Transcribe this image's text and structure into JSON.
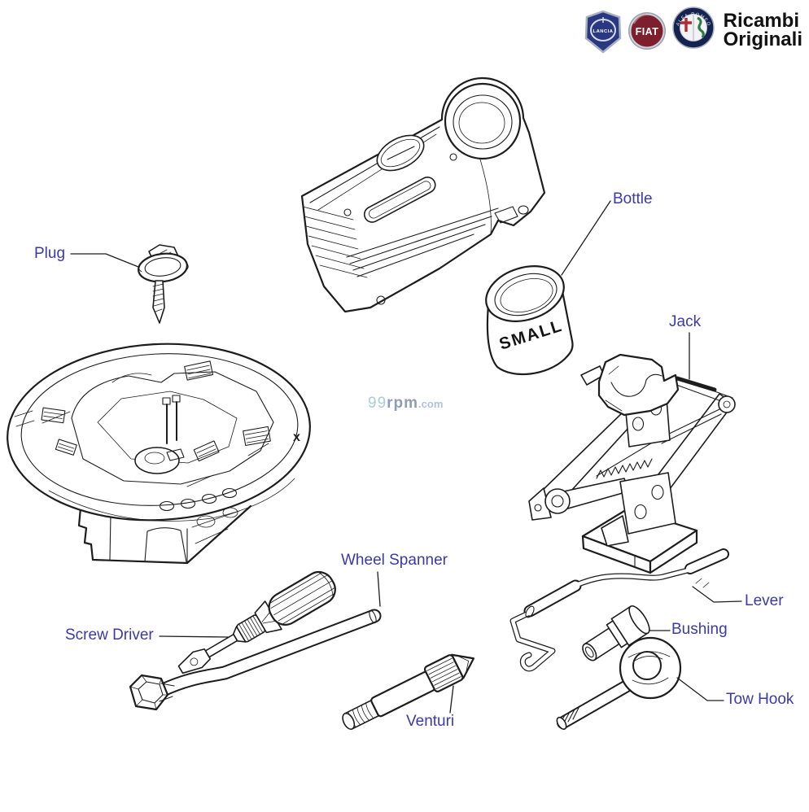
{
  "header": {
    "title_line1": "Ricambi",
    "title_line2": "Originali",
    "logos": [
      {
        "name": "lancia",
        "label": "LANCIA"
      },
      {
        "name": "fiat",
        "label": "FIAT"
      },
      {
        "name": "alfa-romeo",
        "label": "ALFA ROMEO"
      }
    ]
  },
  "watermark": {
    "segment1": "99",
    "segment2": "rpm",
    "segment3": ".com"
  },
  "diagram": {
    "bottle_print": "SMALL",
    "position_marker": "x",
    "labels": [
      {
        "id": "plug",
        "text": "Plug"
      },
      {
        "id": "bottle",
        "text": "Bottle"
      },
      {
        "id": "jack",
        "text": "Jack"
      },
      {
        "id": "wheel-spanner",
        "text": "Wheel Spanner"
      },
      {
        "id": "screw-driver",
        "text": "Screw Driver"
      },
      {
        "id": "venturi",
        "text": "Venturi"
      },
      {
        "id": "lever",
        "text": "Lever"
      },
      {
        "id": "bushing",
        "text": "Bushing"
      },
      {
        "id": "tow-hook",
        "text": "Tow Hook"
      }
    ]
  },
  "colors": {
    "label_text": "#3a3aa8",
    "line_art": "#1d1d1d",
    "watermark_99": "#a9ced8",
    "watermark_rpm": "#8d9db8",
    "watermark_com": "#b3c2d6",
    "lancia_blue": "#2a3781",
    "fiat_red": "#7e1f2d",
    "alfa_navy": "#152351",
    "alfa_cross_red": "#b3272e",
    "alfa_serpent_green": "#2c7a3f"
  }
}
